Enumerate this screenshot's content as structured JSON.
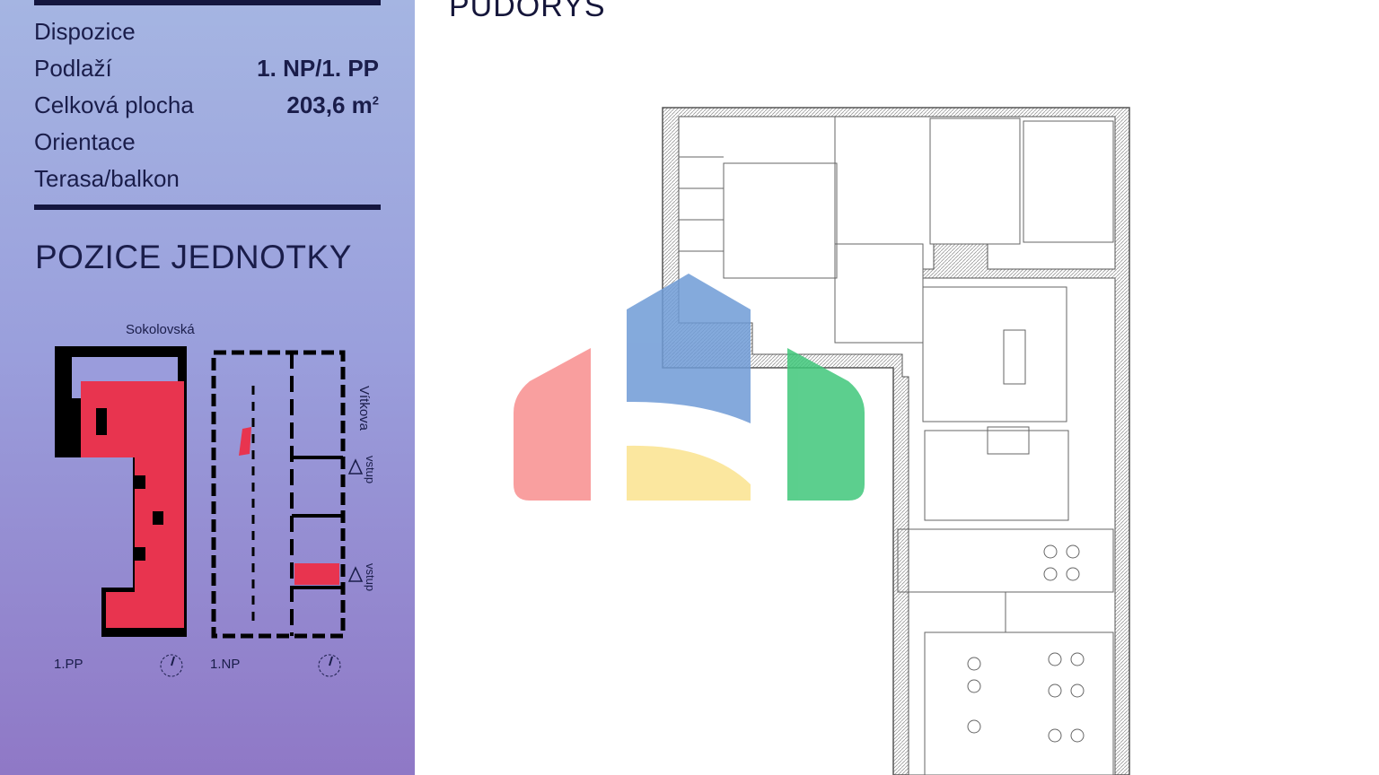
{
  "details": {
    "rows": [
      {
        "label": "Dispozice",
        "value": ""
      },
      {
        "label": "Podlaží",
        "value": "1. NP/1. PP"
      },
      {
        "label": "Celková plocha",
        "value": "203,6 m",
        "unit_sup": "2"
      },
      {
        "label": "Orientace",
        "value": ""
      },
      {
        "label": "Terasa/balkon",
        "value": ""
      }
    ]
  },
  "position": {
    "title": "POZICE JEDNOTKY",
    "street_top": "Sokolovská",
    "street_side": "Vítkova",
    "entrance_label": "vstup",
    "floor_left": "1.PP",
    "floor_right": "1.NP",
    "highlight_color": "#e8344f"
  },
  "plan": {
    "title": "PŮDORYS",
    "logo_colors": [
      "#f88e8e",
      "#7aa3d8",
      "#fbe7a0",
      "#5ccf8a"
    ]
  }
}
